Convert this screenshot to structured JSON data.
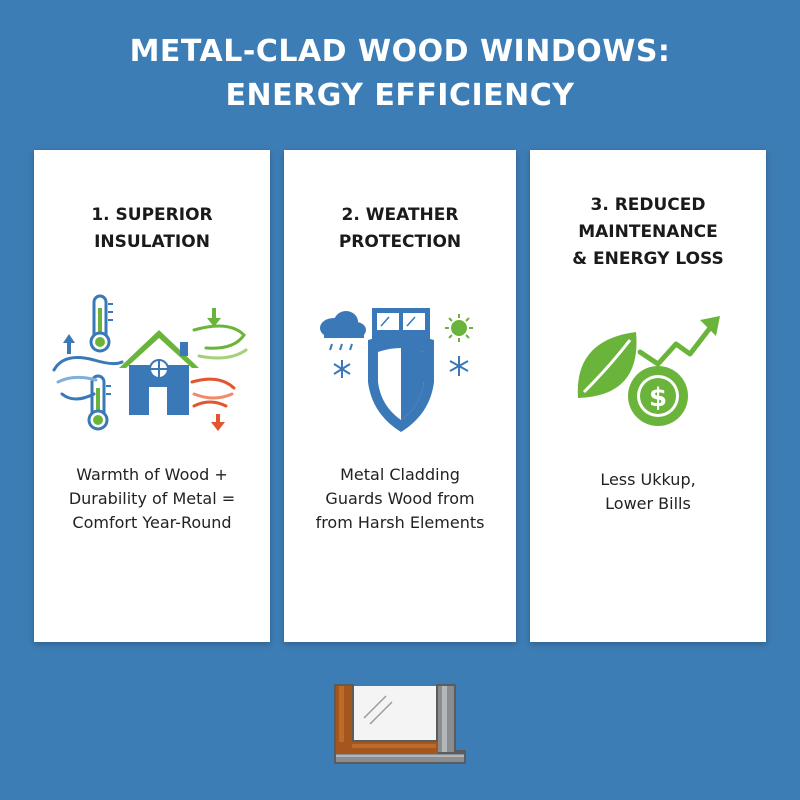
{
  "header": {
    "title_line1": "METAL-CLAD WOOD WINDOWS:",
    "title_line2": "ENERGY EFFICIENCY"
  },
  "cards": [
    {
      "heading_lines": [
        "1. SUPERIOR",
        "INSULATION"
      ],
      "body_lines": [
        "Warmth of Wood +",
        "Durability of Metal =",
        "Comfort Year-Round"
      ],
      "icon": "house-thermometer-icon"
    },
    {
      "heading_lines": [
        "2. WEATHER",
        "PROTECTION"
      ],
      "body_lines": [
        "Metal Cladding",
        "Guards Wood from",
        "from Harsh Elements"
      ],
      "icon": "window-shield-icon"
    },
    {
      "heading_lines": [
        "3. REDUCED",
        "MAINTENANCE",
        "& ENERGY LOSS"
      ],
      "body_lines": [
        "Less Ukkup,",
        "Lower Bills"
      ],
      "icon": "leaf-dollar-growth-icon"
    }
  ],
  "footer_icon": "metal-clad-window-frame-icon",
  "colors": {
    "background": "#3d7db5",
    "card": "#ffffff",
    "heading_text": "#1a1a1a",
    "icon_blue": "#3a78b8",
    "icon_green": "#6bb43b",
    "icon_red": "#e2552e",
    "wood_brown": "#a4561f",
    "metal_gray": "#8a8d90"
  }
}
